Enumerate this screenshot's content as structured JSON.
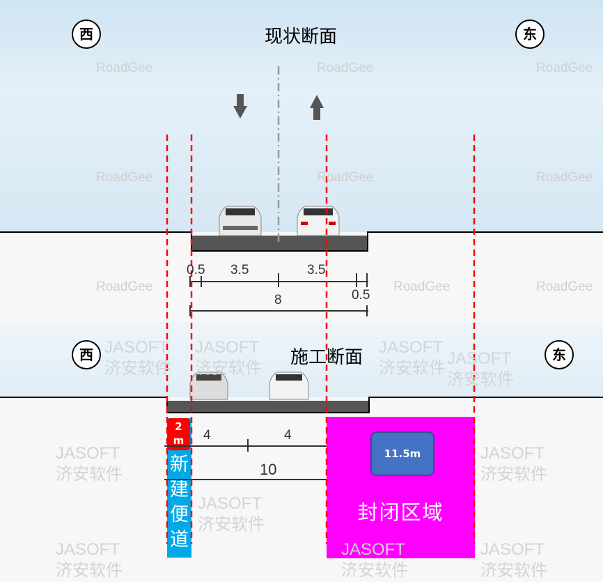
{
  "current_section": {
    "title": "现状断面",
    "west_label": "西",
    "east_label": "东",
    "dimensions": {
      "left_shoulder": "0.5",
      "lane_left": "3.5",
      "lane_right": "3.5",
      "right_shoulder": "0.5",
      "total": "8"
    }
  },
  "construction_section": {
    "title": "施工断面",
    "west_label": "西",
    "east_label": "东",
    "dimensions": {
      "lane_left": "4",
      "lane_right": "4",
      "total": "10"
    },
    "temp_road": {
      "width_badge": "2m",
      "label_chars": [
        "新",
        "建",
        "便",
        "道"
      ]
    },
    "closed_area": {
      "width_badge": "11.5m",
      "label": "封闭区域"
    }
  },
  "watermarks": {
    "roadgee": "RoadGee",
    "jasoft": "JASOFT",
    "jasoft_cn": "济安软件"
  },
  "colors": {
    "guide_line": "#ff0000",
    "temp_road": "#00a8e8",
    "closed_area": "#ff00ff",
    "badge_red": "#ff0000",
    "badge_blue": "#4472c4"
  }
}
